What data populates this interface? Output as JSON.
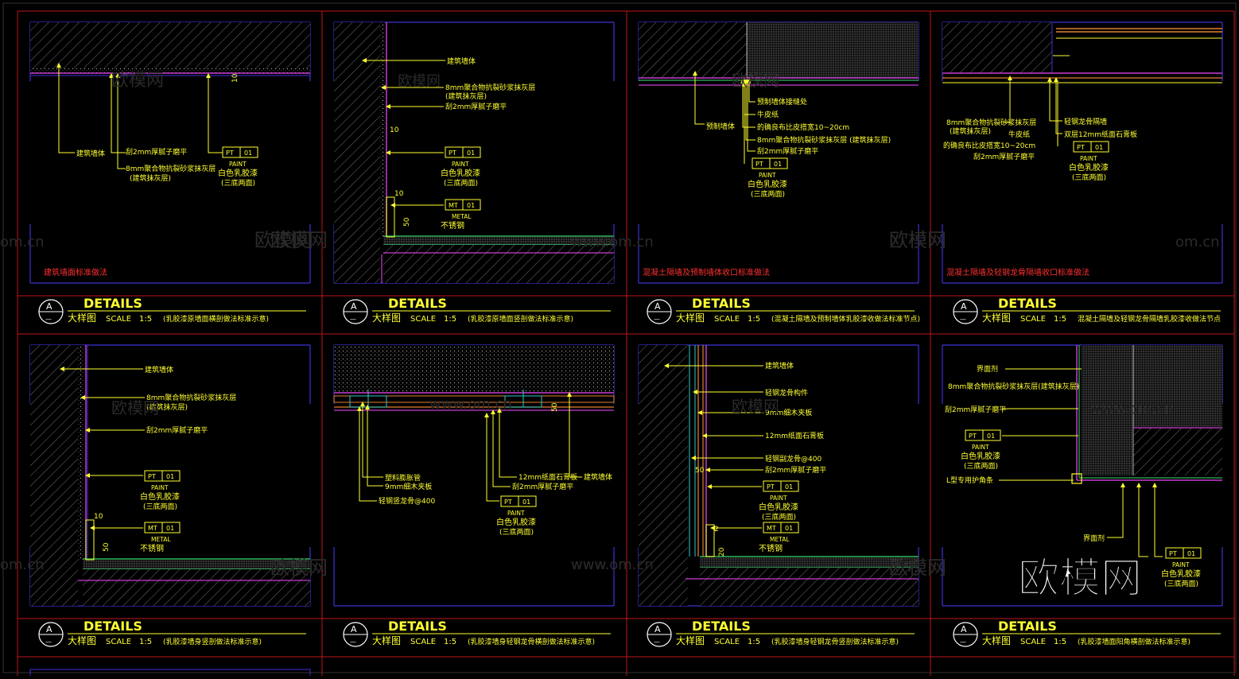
{
  "colors": {
    "frame": "#c0141c",
    "view": "#3c32d6",
    "label": "#ffff30",
    "leader": "#ffff30",
    "finish": "#c83cd0",
    "board": "#2fb45a",
    "wall_hatch": "#8c8c8c",
    "caption": "#ffff30",
    "title_red": "#ff3030",
    "bubble": "#ffffff"
  },
  "watermark": {
    "small_cn": "欧模网",
    "small_url": "www.om.cn",
    "small_url_short": "om.cn",
    "big_brand": "欧模网"
  },
  "titleblocks": {
    "letter": "A",
    "dash": "—",
    "heading": "DETAILS",
    "cn_label": "大样图",
    "scale_label": "SCALE",
    "scale_value": "1:5"
  },
  "tags": {
    "pt": "PT",
    "num": "01",
    "paint": "PAINT",
    "paint_cn": "白色乳胶漆",
    "paint_note": "(三底两面)",
    "mt": "MT",
    "metal": "METAL",
    "metal_cn": "不锈钢"
  },
  "panels": [
    {
      "caption": "(乳胶漆原墙面横剖做法标准示意)",
      "red_title": "建筑墙面标准做法",
      "labels": [
        "建筑墙体",
        "刮2mm厚腻子磨平",
        "8mm聚合物抗裂砂浆抹灰层",
        "(建筑抹灰层)"
      ],
      "dims": [
        "10"
      ]
    },
    {
      "caption": "(乳胶漆原墙面竖剖做法标准示意)",
      "labels": [
        "建筑墙体",
        "8mm聚合物抗裂砂浆抹灰层",
        "(建筑抹灰层)",
        "刮2mm厚腻子磨平"
      ],
      "dims": [
        "10",
        "10",
        "50"
      ]
    },
    {
      "caption": "(混凝土隔墙及预制墙体乳胶漆收做法标准节点)",
      "red_title": "混凝土隔墙及预制墙体收口标准做法",
      "labels": [
        "预制墙体",
        "预制墙体接缝处",
        "牛皮纸",
        "的确良布比皮搭宽10~20cm",
        "8mm聚合物抗裂砂浆抹灰层 (建筑抹灰层)",
        "刮2mm厚腻子磨平"
      ],
      "dims": []
    },
    {
      "caption": "混凝土隔墙及轻钢龙骨隔墙乳胶漆收做法节点",
      "red_title": "混凝土隔墙及轻钢龙骨隔墙收口标准做法",
      "labels": [
        "8mm聚合物抗裂砂浆抹灰层",
        "(建筑抹灰层)",
        "牛皮纸",
        "的确良布比皮搭宽10~20cm",
        "刮2mm厚腻子磨平",
        "轻钢龙骨隔墙",
        "双层12mm纸面石膏板"
      ],
      "dims": []
    },
    {
      "caption": "(乳胶漆墙身竖剖做法标准示意)",
      "labels": [
        "建筑墙体",
        "8mm聚合物抗裂砂浆抹灰层",
        "(建筑抹灰层)",
        "刮2mm厚腻子磨平"
      ],
      "dims": [
        "10",
        "50"
      ]
    },
    {
      "caption": "(乳胶漆墙身轻钢龙骨横剖做法标准示意)",
      "labels": [
        "塑料膨胀管",
        "9mm细木夹板",
        "轻钢竖龙骨@400",
        "12mm纸面石膏板",
        "刮2mm厚腻子磨平",
        "建筑墙体"
      ],
      "dims": [
        "50"
      ]
    },
    {
      "caption": "(乳胶漆墙身轻钢龙骨竖剖做法标准示意)",
      "labels": [
        "建筑墙体",
        "轻钢龙骨构件",
        "9mm细木夹板",
        "12mm纸面石膏板",
        "轻钢副龙骨@400",
        "刮2mm厚腻子磨平"
      ],
      "dims": [
        "50",
        "2",
        "20"
      ]
    },
    {
      "caption": "(乳胶漆墙面阳角横剖做法标准示意)",
      "labels": [
        "界面剂",
        "8mm聚合物抗裂砂浆抹灰层(建筑抹灰层)",
        "刮2mm厚腻子磨平",
        "L型专用护角条",
        "界面剂",
        "刮2mm厚腻子磨平"
      ],
      "dims": []
    }
  ]
}
